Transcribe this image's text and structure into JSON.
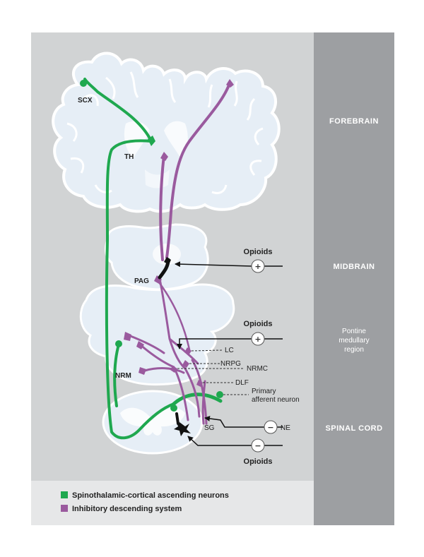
{
  "regions": {
    "forebrain": "FOREBRAIN",
    "midbrain": "MIDBRAIN",
    "pontine_1": "Pontine",
    "pontine_2": "medullary",
    "pontine_3": "region",
    "spinal_cord": "SPINAL CORD"
  },
  "labels": {
    "scx": "SCX",
    "th": "TH",
    "pag": "PAG",
    "nrm": "NRM",
    "lc": "LC",
    "nrpg": "NRPG",
    "nrmc": "NRMC",
    "dlf": "DLF",
    "primary_1": "Primary",
    "primary_2": "afferent neuron",
    "sg": "SG",
    "ne": "NE"
  },
  "opioids": {
    "top": "Opioids",
    "middle": "Opioids",
    "bottom": "Opioids",
    "plus": "+",
    "minus": "−"
  },
  "legend": {
    "ascending": "Spinothalamic-cortical ascending neurons",
    "descending": "Inhibitory descending system"
  },
  "colors": {
    "ascending": "#1fa84f",
    "descending": "#9a5a9e",
    "tissue": "#e6eef6",
    "tissue_outline": "#ffffff",
    "background": "#d1d3d4",
    "side_panel": "#9d9fa2"
  }
}
